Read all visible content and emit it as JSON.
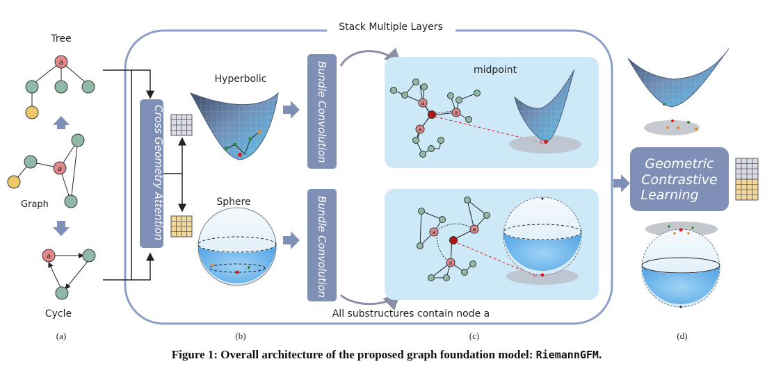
{
  "top_label": "Stack Multiple Layers",
  "bottom_label": "All substructures contain node a",
  "left": {
    "tree_label": "Tree",
    "graph_label": "Graph",
    "cycle_label": "Cycle",
    "node_a": "a"
  },
  "attention_label": "Cross Geometry Attention",
  "hyperbolic_label": "Hyperbolic",
  "sphere_label": "Sphere",
  "bundle_conv_label": "Bundle Convolution",
  "midpoint_label": "midpoint",
  "contrastive_label_lines": [
    "Geometric",
    "Contrastive",
    "Learning"
  ],
  "panel_labels": [
    "(a)",
    "(b)",
    "(c)",
    "(d)"
  ],
  "caption": {
    "prefix": "Figure 1: Overall architecture of the proposed graph foundation model: ",
    "model": "RiemannGFM",
    "suffix": "."
  },
  "colors": {
    "block_fill": "#7f8fb6",
    "panel_bg": "#cde8f6",
    "node_red": "#e0888a",
    "node_green": "#8fb9a6",
    "node_yellow": "#ecc76c",
    "arrow_blue": "#7f8fb6"
  }
}
